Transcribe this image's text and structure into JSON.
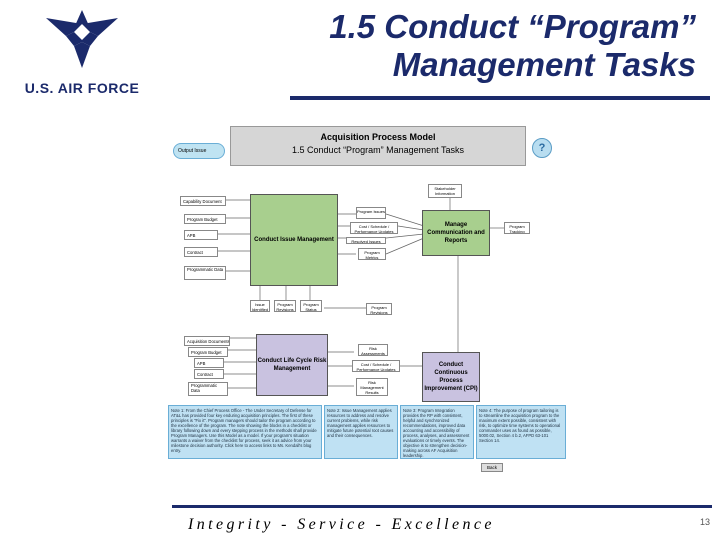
{
  "header": {
    "title_line1": "1.5 Conduct “Program”",
    "title_line2": "Management Tasks",
    "logo_text": "U.S. AIR FORCE",
    "brand_color": "#1b2a6b"
  },
  "diagram": {
    "header_title": "Acquisition Process Model",
    "header_subtitle": "1.5 Conduct “Program” Management Tasks",
    "pill_label": "Output Issue",
    "help_icon": "?",
    "inputs_top": [
      "Capability Document",
      "Program Budget",
      "APB",
      "Contract",
      "Programmatic Data"
    ],
    "inputs_bottom": [
      "Acquisition Documents",
      "Program Budget",
      "APB",
      "Contract",
      "Programmatic Data"
    ],
    "tasks": {
      "issue": "Conduct Issue Management",
      "communication": "Manage Communication and Reports",
      "risk": "Conduct Life Cycle Risk Management",
      "cpi": "Conduct Continuous Process Improvement (CPI)"
    },
    "mid_tags": {
      "stakeholder": "Stakeholder Information",
      "program_issues": "Program Issues",
      "cost_schedule": "Cost / Schedule / Performance Updates",
      "resolved_issues": "Resolved Issues",
      "program_metrics": "Program Metrics",
      "program_tracking": "Program Tracking",
      "issue_id": "Issue Identified",
      "program_revisions_a": "Program Revisions",
      "program_status": "Program Status",
      "program_revisions_b": "Program Revisions",
      "risk_assessments": "Risk Assessments",
      "cost_schedule_b": "Cost / Schedule / Performance Updates",
      "risk_results": "Risk Management Results"
    },
    "notes": [
      "Note 1: From the Chief Process Office - The Under Secretary of Defense for AT&L has provided four key enduring acquisition principles. The first of these principles is \"Fix it\". Program managers should tailor the program according to the excellence of the program. The note showing the blocks in a checklist or library following down and every stepping process in the methods shall provide Program Managers. Use this Model as a model. If your program's situation warrants a waiver from the checklist for process, seek it as advice from your milestone decision authority. Click here to access links to Ms. Kendall's blog entry.",
      "Note 2: Issue Management applies resources to address and resolve current problems, while risk management applies resources to mitigate future potential root causes and their consequences.",
      "Note 3: Program Integration provides the RP with consistent, helpful and synchronized recommendations, improved data accounting and accessibility of process, analyses, and assessment evaluations or timely events. The objective is to strengthen decision-making across AF Acquisition leadership.",
      "Note 4: The purpose of program tailoring is to streamline the acquisition program to the maximum extent possible, consistent with risk, to optimize time systems to operational commander uses as found as possible, 5000.02, Section 4 b.2, AFPD 63-101 Section 14."
    ],
    "back_label": "Back"
  },
  "footer": {
    "tagline": "Integrity - Service - Excellence",
    "page_number": "13"
  }
}
